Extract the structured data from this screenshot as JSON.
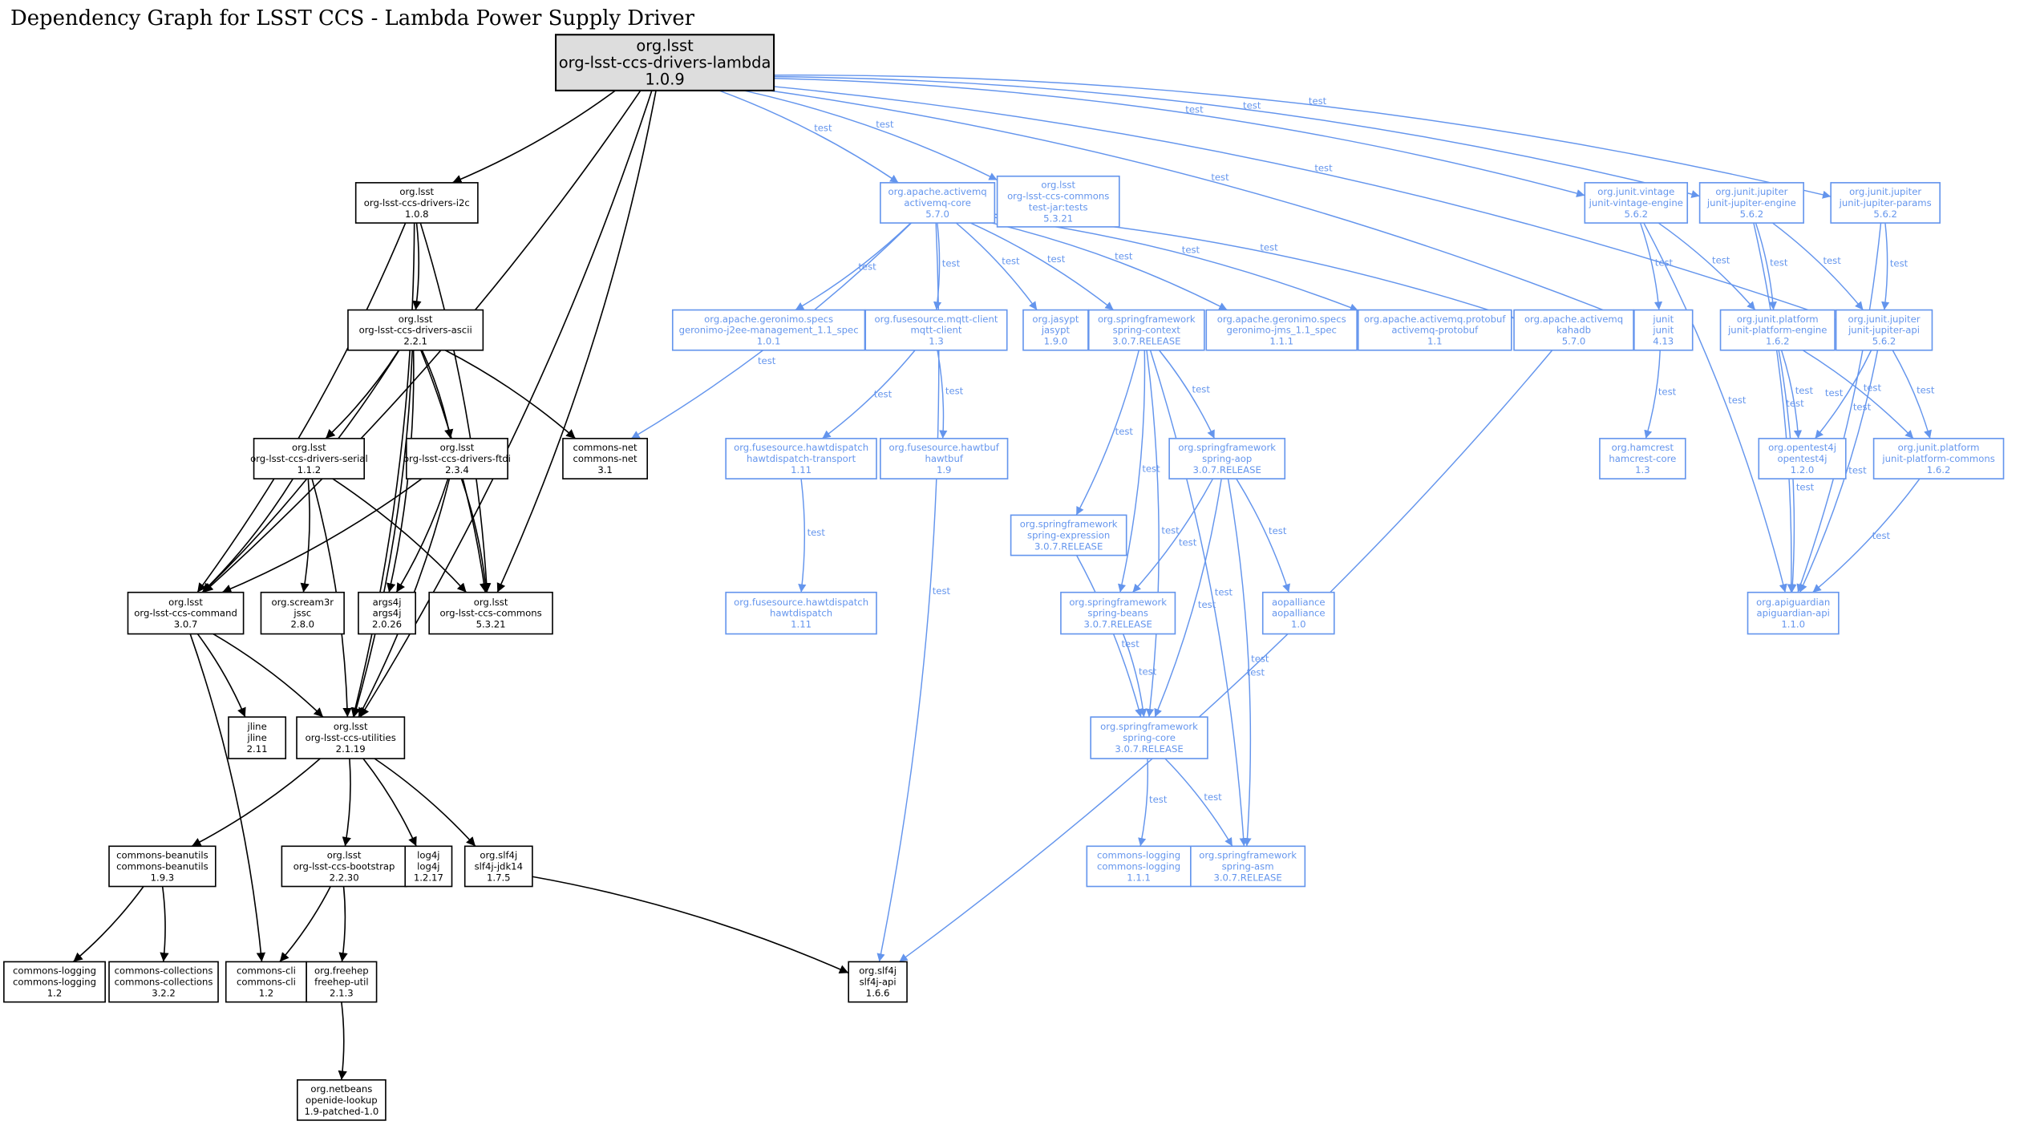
{
  "title": "Dependency Graph for LSST CCS - Lambda Power Supply Driver",
  "colors": {
    "compile": "#000000",
    "test": "#6495ed",
    "root_fill": "#dddddd",
    "node_fill": "#ffffff"
  },
  "nodes": [
    {
      "id": "root",
      "lines": [
        "org.lsst",
        "org-lsst-ccs-drivers-lambda",
        "1.0.9"
      ],
      "scope": "root"
    },
    {
      "id": "i2c",
      "lines": [
        "org.lsst",
        "org-lsst-ccs-drivers-i2c",
        "1.0.8"
      ],
      "scope": "compile"
    },
    {
      "id": "ascii",
      "lines": [
        "org.lsst",
        "org-lsst-ccs-drivers-ascii",
        "2.2.1"
      ],
      "scope": "compile"
    },
    {
      "id": "serial",
      "lines": [
        "org.lsst",
        "org-lsst-ccs-drivers-serial",
        "1.1.2"
      ],
      "scope": "compile"
    },
    {
      "id": "ftdi",
      "lines": [
        "org.lsst",
        "org-lsst-ccs-drivers-ftdi",
        "2.3.4"
      ],
      "scope": "compile"
    },
    {
      "id": "commons-net",
      "lines": [
        "commons-net",
        "commons-net",
        "3.1"
      ],
      "scope": "compile"
    },
    {
      "id": "command",
      "lines": [
        "org.lsst",
        "org-lsst-ccs-command",
        "3.0.7"
      ],
      "scope": "compile"
    },
    {
      "id": "jssc",
      "lines": [
        "org.scream3r",
        "jssc",
        "2.8.0"
      ],
      "scope": "compile"
    },
    {
      "id": "args4j",
      "lines": [
        "args4j",
        "args4j",
        "2.0.26"
      ],
      "scope": "compile"
    },
    {
      "id": "ccs-commons",
      "lines": [
        "org.lsst",
        "org-lsst-ccs-commons",
        "5.3.21"
      ],
      "scope": "compile"
    },
    {
      "id": "jline",
      "lines": [
        "jline",
        "jline",
        "2.11"
      ],
      "scope": "compile"
    },
    {
      "id": "utilities",
      "lines": [
        "org.lsst",
        "org-lsst-ccs-utilities",
        "2.1.19"
      ],
      "scope": "compile"
    },
    {
      "id": "beanutils",
      "lines": [
        "commons-beanutils",
        "commons-beanutils",
        "1.9.3"
      ],
      "scope": "compile"
    },
    {
      "id": "bootstrap",
      "lines": [
        "org.lsst",
        "org-lsst-ccs-bootstrap",
        "2.2.30"
      ],
      "scope": "compile"
    },
    {
      "id": "log4j",
      "lines": [
        "log4j",
        "log4j",
        "1.2.17"
      ],
      "scope": "compile"
    },
    {
      "id": "slf4j-jdk14",
      "lines": [
        "org.slf4j",
        "slf4j-jdk14",
        "1.7.5"
      ],
      "scope": "compile"
    },
    {
      "id": "commons-logging-12",
      "lines": [
        "commons-logging",
        "commons-logging",
        "1.2"
      ],
      "scope": "compile"
    },
    {
      "id": "commons-collections",
      "lines": [
        "commons-collections",
        "commons-collections",
        "3.2.2"
      ],
      "scope": "compile"
    },
    {
      "id": "commons-cli",
      "lines": [
        "commons-cli",
        "commons-cli",
        "1.2"
      ],
      "scope": "compile"
    },
    {
      "id": "freehep",
      "lines": [
        "org.freehep",
        "freehep-util",
        "2.1.3"
      ],
      "scope": "compile"
    },
    {
      "id": "slf4j-api",
      "lines": [
        "org.slf4j",
        "slf4j-api",
        "1.6.6"
      ],
      "scope": "compile"
    },
    {
      "id": "openide",
      "lines": [
        "org.netbeans",
        "openide-lookup",
        "1.9-patched-1.0"
      ],
      "scope": "compile"
    },
    {
      "id": "activemq-core",
      "lines": [
        "org.apache.activemq",
        "activemq-core",
        "5.7.0"
      ],
      "scope": "test"
    },
    {
      "id": "test-jar",
      "lines": [
        "org.lsst",
        "org-lsst-ccs-commons",
        "test-jar:tests",
        "5.3.21"
      ],
      "scope": "test"
    },
    {
      "id": "geronimo-j2ee",
      "lines": [
        "org.apache.geronimo.specs",
        "geronimo-j2ee-management_1.1_spec",
        "1.0.1"
      ],
      "scope": "test"
    },
    {
      "id": "mqtt-client",
      "lines": [
        "org.fusesource.mqtt-client",
        "mqtt-client",
        "1.3"
      ],
      "scope": "test"
    },
    {
      "id": "jasypt",
      "lines": [
        "org.jasypt",
        "jasypt",
        "1.9.0"
      ],
      "scope": "test"
    },
    {
      "id": "spring-context",
      "lines": [
        "org.springframework",
        "spring-context",
        "3.0.7.RELEASE"
      ],
      "scope": "test"
    },
    {
      "id": "geronimo-jms",
      "lines": [
        "org.apache.geronimo.specs",
        "geronimo-jms_1.1_spec",
        "1.1.1"
      ],
      "scope": "test"
    },
    {
      "id": "activemq-protobuf",
      "lines": [
        "org.apache.activemq.protobuf",
        "activemq-protobuf",
        "1.1"
      ],
      "scope": "test"
    },
    {
      "id": "kahadb",
      "lines": [
        "org.apache.activemq",
        "kahadb",
        "5.7.0"
      ],
      "scope": "test"
    },
    {
      "id": "junit",
      "lines": [
        "junit",
        "junit",
        "4.13"
      ],
      "scope": "test"
    },
    {
      "id": "vintage",
      "lines": [
        "org.junit.vintage",
        "junit-vintage-engine",
        "5.6.2"
      ],
      "scope": "test"
    },
    {
      "id": "jupiter-engine",
      "lines": [
        "org.junit.jupiter",
        "junit-jupiter-engine",
        "5.6.2"
      ],
      "scope": "test"
    },
    {
      "id": "jupiter-params",
      "lines": [
        "org.junit.jupiter",
        "junit-jupiter-params",
        "5.6.2"
      ],
      "scope": "test"
    },
    {
      "id": "platform-engine",
      "lines": [
        "org.junit.platform",
        "junit-platform-engine",
        "1.6.2"
      ],
      "scope": "test"
    },
    {
      "id": "jupiter-api",
      "lines": [
        "org.junit.jupiter",
        "junit-jupiter-api",
        "5.6.2"
      ],
      "scope": "test"
    },
    {
      "id": "hawtdispatch-transport",
      "lines": [
        "org.fusesource.hawtdispatch",
        "hawtdispatch-transport",
        "1.11"
      ],
      "scope": "test"
    },
    {
      "id": "hawtbuf",
      "lines": [
        "org.fusesource.hawtbuf",
        "hawtbuf",
        "1.9"
      ],
      "scope": "test"
    },
    {
      "id": "spring-aop",
      "lines": [
        "org.springframework",
        "spring-aop",
        "3.0.7.RELEASE"
      ],
      "scope": "test"
    },
    {
      "id": "hamcrest",
      "lines": [
        "org.hamcrest",
        "hamcrest-core",
        "1.3"
      ],
      "scope": "test"
    },
    {
      "id": "opentest4j",
      "lines": [
        "org.opentest4j",
        "opentest4j",
        "1.2.0"
      ],
      "scope": "test"
    },
    {
      "id": "platform-commons",
      "lines": [
        "org.junit.platform",
        "junit-platform-commons",
        "1.6.2"
      ],
      "scope": "test"
    },
    {
      "id": "spring-expression",
      "lines": [
        "org.springframework",
        "spring-expression",
        "3.0.7.RELEASE"
      ],
      "scope": "test"
    },
    {
      "id": "hawtdispatch",
      "lines": [
        "org.fusesource.hawtdispatch",
        "hawtdispatch",
        "1.11"
      ],
      "scope": "test"
    },
    {
      "id": "spring-beans",
      "lines": [
        "org.springframework",
        "spring-beans",
        "3.0.7.RELEASE"
      ],
      "scope": "test"
    },
    {
      "id": "aopalliance",
      "lines": [
        "aopalliance",
        "aopalliance",
        "1.0"
      ],
      "scope": "test"
    },
    {
      "id": "apiguardian",
      "lines": [
        "org.apiguardian",
        "apiguardian-api",
        "1.1.0"
      ],
      "scope": "test"
    },
    {
      "id": "spring-core",
      "lines": [
        "org.springframework",
        "spring-core",
        "3.0.7.RELEASE"
      ],
      "scope": "test"
    },
    {
      "id": "commons-logging-111",
      "lines": [
        "commons-logging",
        "commons-logging",
        "1.1.1"
      ],
      "scope": "test"
    },
    {
      "id": "spring-asm",
      "lines": [
        "org.springframework",
        "spring-asm",
        "3.0.7.RELEASE"
      ],
      "scope": "test"
    }
  ],
  "edges": [
    [
      "root",
      "command",
      ""
    ],
    [
      "root",
      "i2c",
      ""
    ],
    [
      "root",
      "ccs-commons",
      ""
    ],
    [
      "root",
      "utilities",
      ""
    ],
    [
      "i2c",
      "ascii",
      ""
    ],
    [
      "i2c",
      "command",
      ""
    ],
    [
      "i2c",
      "utilities",
      ""
    ],
    [
      "i2c",
      "ccs-commons",
      ""
    ],
    [
      "ascii",
      "serial",
      ""
    ],
    [
      "ascii",
      "ftdi",
      ""
    ],
    [
      "ascii",
      "commons-net",
      ""
    ],
    [
      "ascii",
      "command",
      ""
    ],
    [
      "ascii",
      "args4j",
      ""
    ],
    [
      "ascii",
      "ccs-commons",
      ""
    ],
    [
      "ascii",
      "utilities",
      ""
    ],
    [
      "serial",
      "command",
      ""
    ],
    [
      "serial",
      "jssc",
      ""
    ],
    [
      "serial",
      "utilities",
      ""
    ],
    [
      "serial",
      "ccs-commons",
      ""
    ],
    [
      "ftdi",
      "command",
      ""
    ],
    [
      "ftdi",
      "args4j",
      ""
    ],
    [
      "ftdi",
      "ccs-commons",
      ""
    ],
    [
      "ftdi",
      "utilities",
      ""
    ],
    [
      "command",
      "jline",
      ""
    ],
    [
      "command",
      "utilities",
      ""
    ],
    [
      "command",
      "commons-cli",
      ""
    ],
    [
      "utilities",
      "beanutils",
      ""
    ],
    [
      "utilities",
      "bootstrap",
      ""
    ],
    [
      "utilities",
      "log4j",
      ""
    ],
    [
      "utilities",
      "slf4j-jdk14",
      ""
    ],
    [
      "beanutils",
      "commons-logging-12",
      ""
    ],
    [
      "beanutils",
      "commons-collections",
      ""
    ],
    [
      "bootstrap",
      "commons-cli",
      ""
    ],
    [
      "bootstrap",
      "freehep",
      ""
    ],
    [
      "freehep",
      "openide",
      ""
    ],
    [
      "slf4j-jdk14",
      "slf4j-api",
      ""
    ],
    [
      "root",
      "activemq-core",
      "test"
    ],
    [
      "root",
      "test-jar",
      "test"
    ],
    [
      "root",
      "junit",
      "test"
    ],
    [
      "root",
      "vintage",
      "test"
    ],
    [
      "root",
      "jupiter-engine",
      "test"
    ],
    [
      "root",
      "jupiter-api",
      "test"
    ],
    [
      "root",
      "jupiter-params",
      "test"
    ],
    [
      "activemq-core",
      "commons-net",
      "test"
    ],
    [
      "activemq-core",
      "geronimo-j2ee",
      "test"
    ],
    [
      "activemq-core",
      "mqtt-client",
      "test"
    ],
    [
      "activemq-core",
      "jasypt",
      "test"
    ],
    [
      "activemq-core",
      "spring-context",
      "test"
    ],
    [
      "activemq-core",
      "geronimo-jms",
      "test"
    ],
    [
      "activemq-core",
      "activemq-protobuf",
      "test"
    ],
    [
      "activemq-core",
      "kahadb",
      "test"
    ],
    [
      "activemq-core",
      "slf4j-api",
      "test"
    ],
    [
      "mqtt-client",
      "hawtdispatch-transport",
      "test"
    ],
    [
      "mqtt-client",
      "hawtbuf",
      "test"
    ],
    [
      "hawtdispatch-transport",
      "hawtdispatch",
      "test"
    ],
    [
      "spring-context",
      "spring-expression",
      "test"
    ],
    [
      "spring-context",
      "spring-beans",
      "test"
    ],
    [
      "spring-context",
      "spring-core",
      "test"
    ],
    [
      "spring-context",
      "spring-aop",
      "test"
    ],
    [
      "spring-context",
      "spring-asm",
      "test"
    ],
    [
      "spring-aop",
      "spring-beans",
      "test"
    ],
    [
      "spring-aop",
      "spring-core",
      "test"
    ],
    [
      "spring-aop",
      "aopalliance",
      "test"
    ],
    [
      "spring-aop",
      "spring-asm",
      "test"
    ],
    [
      "spring-expression",
      "spring-core",
      "test"
    ],
    [
      "spring-beans",
      "spring-core",
      "test"
    ],
    [
      "spring-core",
      "commons-logging-111",
      "test"
    ],
    [
      "spring-core",
      "spring-asm",
      "test"
    ],
    [
      "kahadb",
      "slf4j-api",
      "test"
    ],
    [
      "junit",
      "hamcrest",
      "test"
    ],
    [
      "vintage",
      "junit",
      "test"
    ],
    [
      "vintage",
      "platform-engine",
      "test"
    ],
    [
      "vintage",
      "apiguardian",
      "test"
    ],
    [
      "jupiter-engine",
      "platform-engine",
      "test"
    ],
    [
      "jupiter-engine",
      "jupiter-api",
      "test"
    ],
    [
      "jupiter-engine",
      "apiguardian",
      "test"
    ],
    [
      "jupiter-params",
      "jupiter-api",
      "test"
    ],
    [
      "jupiter-params",
      "apiguardian",
      "test"
    ],
    [
      "platform-engine",
      "opentest4j",
      "test"
    ],
    [
      "platform-engine",
      "platform-commons",
      "test"
    ],
    [
      "platform-engine",
      "apiguardian",
      "test"
    ],
    [
      "jupiter-api",
      "opentest4j",
      "test"
    ],
    [
      "jupiter-api",
      "platform-commons",
      "test"
    ],
    [
      "jupiter-api",
      "apiguardian",
      "test"
    ],
    [
      "platform-commons",
      "apiguardian",
      "test"
    ]
  ]
}
